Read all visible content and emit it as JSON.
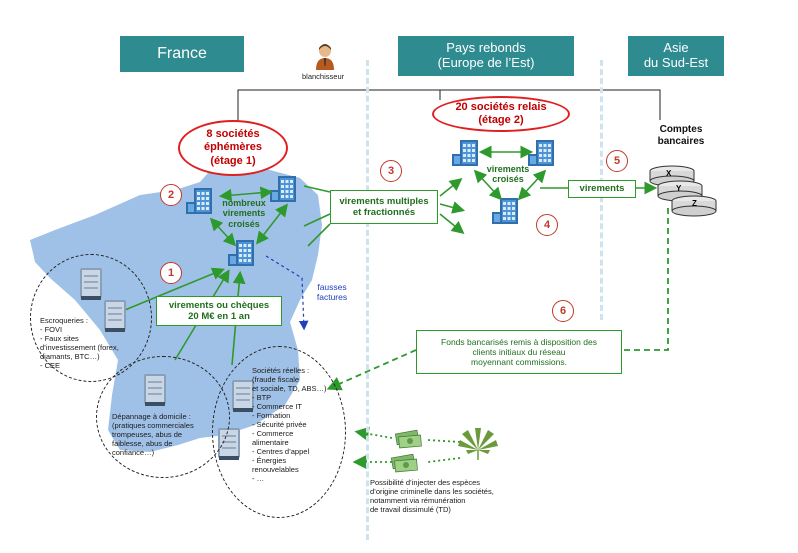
{
  "regions": {
    "france": "France",
    "pays_rebonds": "Pays rebonds\n(Europe de l’Est)",
    "asie": "Asie\ndu Sud-Est"
  },
  "blanchisseur_label": "blanchisseur",
  "ovals": {
    "ephemeres": "8 sociétés\néphémères\n(étage 1)",
    "relais": "20 sociétés relais\n(étage 2)"
  },
  "steps": [
    "1",
    "2",
    "3",
    "4",
    "5",
    "6"
  ],
  "labels": {
    "nombreux_virements": "nombreux\nvirements\ncroisés",
    "virements_croises": "virements\ncroisés",
    "virements_multiples": "virements multiples\net fractionnés",
    "virements": "virements",
    "virements_cheques": "virements ou chèques\n20 M€ en 1 an",
    "fausses_factures": "fausses\nfactures",
    "comptes_bancaires": "Comptes\nbancaires",
    "fonds_remis": "Fonds bancarisés remis à disposition des\nclients initiaux du réseau\nmoyennant commissions.",
    "escroqueries": "Escroqueries :\n- FOVI\n- Faux sites\n  d’investissement (forex,\n  diamants, BTC…)\n- CEE",
    "depannage": "Dépannage à domicile :\n(pratiques commerciales\ntrompeuses, abus de\nfaiblesse, abus de\nconfiance…)",
    "societes_reelles": "Sociétés réelles :\n(fraude fiscale\net sociale, TD, ABS…)\n-    BTP\n-    Commerce IT\n-    Formation\n-    Sécurité privée\n-    Commerce\n     alimentaire\n-    Centres d’appel\n-    Énergies\n     renouvelables\n-    …",
    "possibilite": "Possibilité d’injecter des espèces\nd’origine criminelle dans les sociétés,\nnotamment via rémunération\nde travail dissimulé (TD)"
  },
  "accounts": [
    "X",
    "Y",
    "Z"
  ],
  "colors": {
    "header": "#2e8b8f",
    "france_map": "#8fb6e3",
    "green": "#2e9a2e",
    "red": "#e02020",
    "building": "#2f6fae"
  },
  "icons": [
    "person-icon",
    "building-icon",
    "database-icon",
    "cash-icon",
    "cannabis-leaf-icon",
    "server-icon"
  ]
}
